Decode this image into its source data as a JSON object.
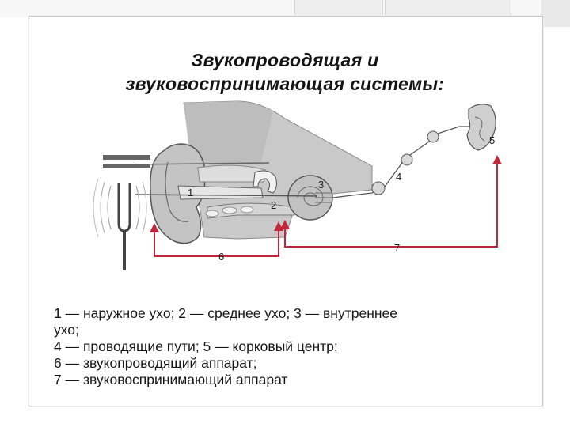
{
  "slide": {
    "title_line1": "Звукопроводящая и",
    "title_line2": "звуковоспринимающая системы:"
  },
  "diagram": {
    "labels": {
      "n1": "1",
      "n2": "2",
      "n3": "3",
      "n4": "4",
      "n5": "5",
      "n6": "6",
      "n7": "7"
    },
    "colors": {
      "arrow": "#c0283a",
      "nerve": "#555555",
      "tissue": "#b5b5b5"
    }
  },
  "legend": {
    "line1": "1 — наружное ухо; 2 — среднее ухо; 3 — внутреннее",
    "line2": "ухо;",
    "line3": "4 — проводящие пути; 5 — корковый центр;",
    "line4": "6 — звукопроводящий аппарат;",
    "line5": "7 — звуковоспринимающий аппарат"
  }
}
